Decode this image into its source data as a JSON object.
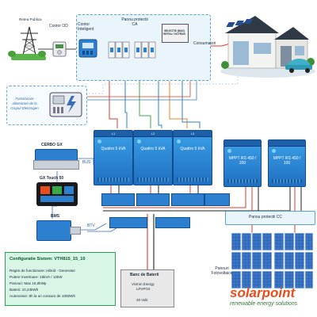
{
  "labels": {
    "retea_publica": "Retea Publica",
    "contor_od": "Contor OD",
    "contor_inteligent": "Contor Inteligent",
    "panou_ca": "Panou protectii CA",
    "selector": "SELECTIE (MAX) RETEA / VICTRON",
    "consumatori": "Consumatori",
    "functionare_scapa": "Functionare alimentare de la Grupul Electrogen",
    "cerbo": "CERBO GX",
    "gx_touch": "GX Touch 50",
    "bus": "BUS",
    "bms": "BMS",
    "bus2": "BTV",
    "panou_cc": "Panou protectii CC",
    "panouri": "Panouri Fotovoltaice",
    "banc_title": "Banc de Baterii",
    "banc_brand": "Victron Energy",
    "banc_chem": "LiFePO4",
    "banc_volt": "48 Volti"
  },
  "inverters": [
    {
      "phase": "L1",
      "name": "Quattro 5 kVA"
    },
    {
      "phase": "L2",
      "name": "Quattro 5 kVA"
    },
    {
      "phase": "L3",
      "name": "Quattro 5 kVA"
    }
  ],
  "mppts": [
    {
      "name": "MPPT RS 450 / 200"
    },
    {
      "name": "MPPT RS 450 / 100"
    }
  ],
  "info": {
    "title": "Configuratie Sistem: VTH815_15_10",
    "lines": [
      "Regim de functionare: Hibrid - Generator",
      "Putere Invertoare: 15kVA / 12kW",
      "Panouri: Max 15,0kWp",
      "Baterii: 10,24kWh",
      "Autonomie: 8h la un consum de 1000Wh"
    ]
  },
  "brand": {
    "name": "solarpoint",
    "tagline": "renewable energy solutions"
  },
  "colors": {
    "wire_red": "#e23a2e",
    "wire_blue": "#2a7fd4",
    "wire_green": "#3aa84a",
    "wire_orange": "#e08a2a",
    "victron_blue": "#2d7fd0",
    "brand_orange": "#e84e1b",
    "brand_green": "#3a9a3a"
  }
}
